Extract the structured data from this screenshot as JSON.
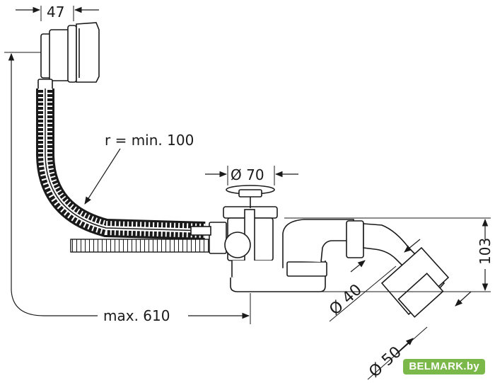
{
  "dimensions": {
    "overflow_width": "47",
    "bend_radius": "r = min. 100",
    "drain_diameter": "Ø 70",
    "trap_height": "103",
    "outlet_diameter_40": "Ø 40",
    "outlet_diameter_50": "Ø 50",
    "max_length": "max. 610"
  },
  "watermark": {
    "text": "BELMARK.by",
    "color": "#7ab84a"
  }
}
